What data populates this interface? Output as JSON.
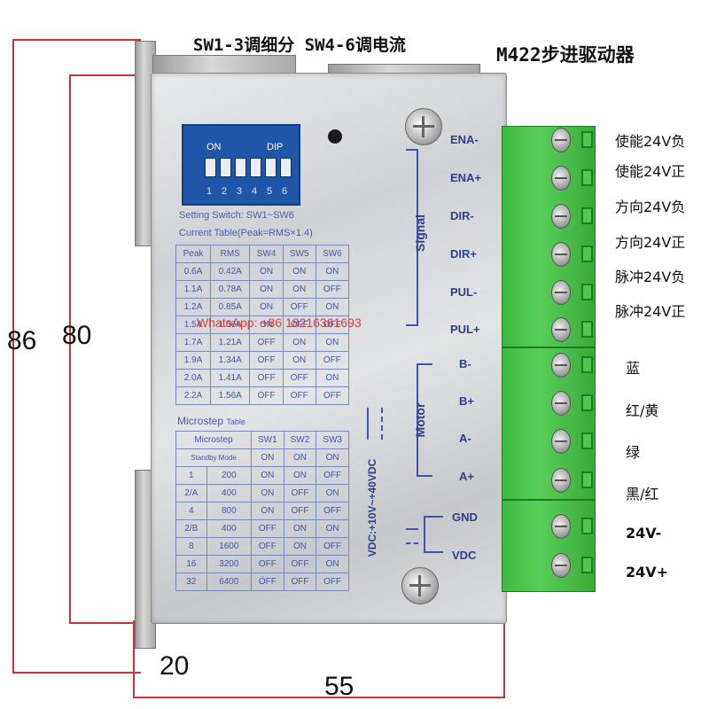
{
  "header": {
    "settings_caption": "SW1-3调细分 SW4-6调电流",
    "product_title": "M422步进驱动器"
  },
  "dimensions": {
    "height_outer": "86",
    "height_inner": "80",
    "width": "55",
    "depth": "20"
  },
  "dip_switch": {
    "on_label": "ON",
    "dip_label": "DIP",
    "numbers": [
      "1",
      "2",
      "3",
      "4",
      "5",
      "6"
    ]
  },
  "panel": {
    "setting_switch": "Setting Switch: SW1~SW6",
    "current_table_title": "Current Table(Peak=RMS×1.4)",
    "current_table": {
      "headers": [
        "Peak",
        "RMS",
        "SW4",
        "SW5",
        "SW6"
      ],
      "rows": [
        [
          "0.6A",
          "0.42A",
          "ON",
          "ON",
          "ON"
        ],
        [
          "1.1A",
          "0.78A",
          "ON",
          "ON",
          "OFF"
        ],
        [
          "1.2A",
          "0.85A",
          "ON",
          "OFF",
          "ON"
        ],
        [
          "1.5A",
          "1.06A",
          "ON",
          "OFF",
          "OFF"
        ],
        [
          "1.7A",
          "1.21A",
          "OFF",
          "ON",
          "ON"
        ],
        [
          "1.9A",
          "1.34A",
          "OFF",
          "ON",
          "OFF"
        ],
        [
          "2.0A",
          "1.41A",
          "OFF",
          "OFF",
          "ON"
        ],
        [
          "2.2A",
          "1.56A",
          "OFF",
          "OFF",
          "OFF"
        ]
      ]
    },
    "microstep_title": "Microstep",
    "microstep_suffix": "Table",
    "microstep_table": {
      "headers": [
        "Microstep",
        "SW1",
        "SW2",
        "SW3"
      ],
      "rows": [
        [
          "Standby Mode",
          "ON",
          "ON",
          "ON"
        ],
        [
          "1",
          "200",
          "ON",
          "ON",
          "OFF"
        ],
        [
          "2/A",
          "400",
          "ON",
          "OFF",
          "ON"
        ],
        [
          "4",
          "800",
          "ON",
          "OFF",
          "OFF"
        ],
        [
          "2/B",
          "400",
          "OFF",
          "ON",
          "ON"
        ],
        [
          "8",
          "1600",
          "OFF",
          "ON",
          "OFF"
        ],
        [
          "16",
          "3200",
          "OFF",
          "OFF",
          "ON"
        ],
        [
          "32",
          "6400",
          "OFF",
          "OFF",
          "OFF"
        ]
      ]
    },
    "vdc_range": "VDC:+10V~+40VDC",
    "signal_label": "Signal",
    "motor_label": "Motor"
  },
  "terminals": [
    "ENA-",
    "ENA+",
    "DIR-",
    "DIR+",
    "PUL-",
    "PUL+",
    "B-",
    "B+",
    "A-",
    "A+",
    "GND",
    "VDC"
  ],
  "wire_labels": [
    "使能24V负",
    "使能24V正",
    "方向24V负",
    "方向24V正",
    "脉冲24V负",
    "脉冲24V正",
    "蓝",
    "红/黄",
    "绿",
    "黑/红",
    "24V-",
    "24V+"
  ],
  "watermark": "WhatsApp: +86 18216361693"
}
